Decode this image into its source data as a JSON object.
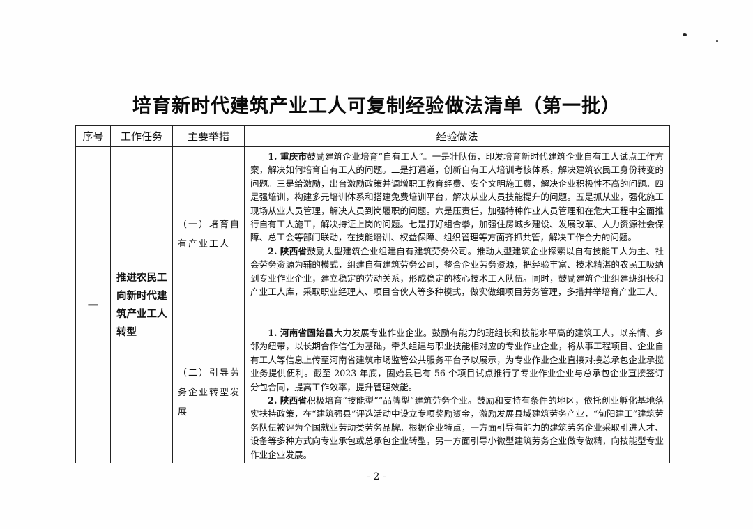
{
  "document": {
    "title": "培育新时代建筑产业工人可复制经验做法清单（第一批）",
    "page_number": "- 2 -"
  },
  "table": {
    "headers": {
      "no": "序号",
      "task": "工作任务",
      "measure": "主要举措",
      "experience": "经验做法"
    },
    "rows": [
      {
        "no": "一",
        "task": "推进农民工向新时代建筑产业工人转型",
        "measures": [
          {
            "label": "（一）培育自有产业工人",
            "experiences": [
              {
                "lead": "1. 重庆市",
                "text": "鼓励建筑企业培育“自有工人”。一是壮队伍，印发培育新时代建筑企业自有工人试点工作方案，解决如何培育自有工人的问题。二是打通道，创新自有工人培训考核体系，解决建筑农民工身份转变的问题。三是给激励，出台激励政策并调增职工教育经费、安全文明施工费，解决企业积极性不高的问题。四是强培训，构建多元培训体系和搭建免费培训平台，解决从业人员技能提升的问题。五是抓从业，强化施工现场从业人员管理，解决人员到岗履职的问题。六是压责任，加强特种作业人员管理和在危大工程中全面推行自有工人施工，解决持证上岗的问题。七是打好组合拳，加强住房城乡建设、发展改革、人力资源社会保障、总工会等部门联动，在技能培训、权益保障、组织管理等方面齐抓共管，解决工作合力的问题。"
              },
              {
                "lead": "2. 陕西省",
                "text": "鼓励大型建筑企业组建自有建筑劳务公司。推动大型建筑企业探索以自有技能工人为主、社会劳务资源为辅的模式，组建自有建筑劳务公司，整合企业劳务资源，把经验丰富、技术精湛的农民工吸纳到专业作业企业，建立稳定的劳动关系，形成稳定的核心技术工人队伍。同时，鼓励建筑企业组建班组长和产业工人库，采取职业经理人、项目合伙人等多种模式，做实做细项目劳务管理，多措并举培育产业工人。"
              }
            ]
          },
          {
            "label": "（二）引导劳务企业转型发展",
            "experiences": [
              {
                "lead": "1. 河南省固始县",
                "text": "大力发展专业作业企业。鼓励有能力的班组长和技能水平高的建筑工人，以亲情、乡邻为纽带，以长期合作信任为基础，牵头组建与职业技能相对应的专业作业企业，将从事工程项目、企业自有工人等信息上传至河南省建筑市场监管公共服务平台予以展示，为专业作业企业直接对接总承包企业承揽业务提供便利。截至 2023 年底，固始县已有 56 个项目试点推行了专业作业企业与总承包企业直接签订分包合同，提高工作效率，提升管理效能。"
              },
              {
                "lead": "2. 陕西省",
                "text": "积极培育“技能型”“品牌型”建筑劳务企业。鼓励和支持有条件的地区，依托创业孵化基地落实扶持政策，在“建筑强县”评选活动中设立专项奖励资金，激励发展县域建筑劳务产业，“旬阳建工”建筑劳务队伍被评为全国就业劳动类劳务品牌。根据企业特点，一方面引导有能力的建筑劳务企业采取引进人才、设备等多种方式向专业承包或总承包企业转型，另一方面引导小微型建筑劳务企业做专做精，向技能型专业作业企业发展。"
              }
            ]
          }
        ]
      }
    ]
  }
}
